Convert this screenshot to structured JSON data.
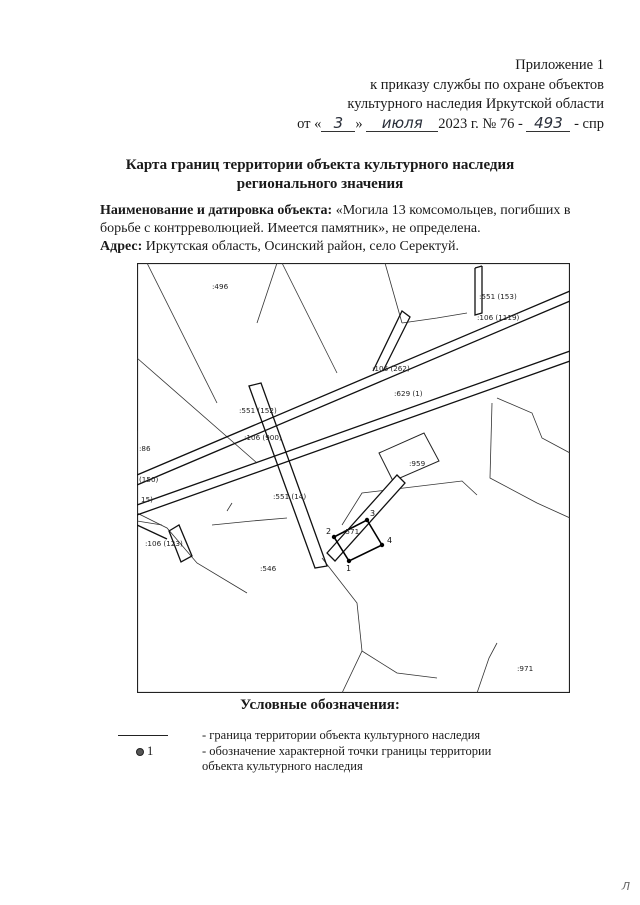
{
  "appendix": {
    "line1": "Приложение 1",
    "line2": "к приказу службы по охране объектов",
    "line3": "культурного наследия Иркутской области",
    "prefix": "от «",
    "day": "3",
    "quote_close": "»",
    "month": "июля",
    "year_text": "2023 г. № 76 -",
    "number": "493",
    "suffix": "- спр"
  },
  "title": {
    "line1": "Карта границ территории объекта культурного наследия",
    "line2": "регионального значения"
  },
  "object": {
    "name_label": "Наименование и датировка объекта:",
    "name_value": "«Могила 13 комсомольцев, погибших в борьбе с контрреволюцией. Имеется памятник», не определена.",
    "address_label": "Адрес:",
    "address_value": "Иркутская область, Осинский район, село Серектуй."
  },
  "map": {
    "labels": {
      "p496": ":496",
      "p551_153": ":551 (153)",
      "p106_1119": ":106 (1119)",
      "p106_262": ":106 (262)",
      "p629_1": ":629 (1)",
      "p551_152": ":551 (152)",
      "p106_900": ":106 (900)",
      "p86": ":86",
      "p150": "(150)",
      "p15": "15)",
      "p959": ":959",
      "p551_14": ":551 (14)",
      "p571": ":571",
      "p106_123": ":106 (123)",
      "p546": ":546",
      "p971": ":971"
    },
    "points": {
      "pt1": "1",
      "pt2": "2",
      "pt3": "3",
      "pt4": "4"
    }
  },
  "legend": {
    "title": "Условные обозначения:",
    "item1_text": "- граница территории объекта культурного наследия",
    "item2_num": "1",
    "item2_text": "- обозначение характерной точки границы территории объекта культурного наследия"
  },
  "corner_mark": "Л"
}
